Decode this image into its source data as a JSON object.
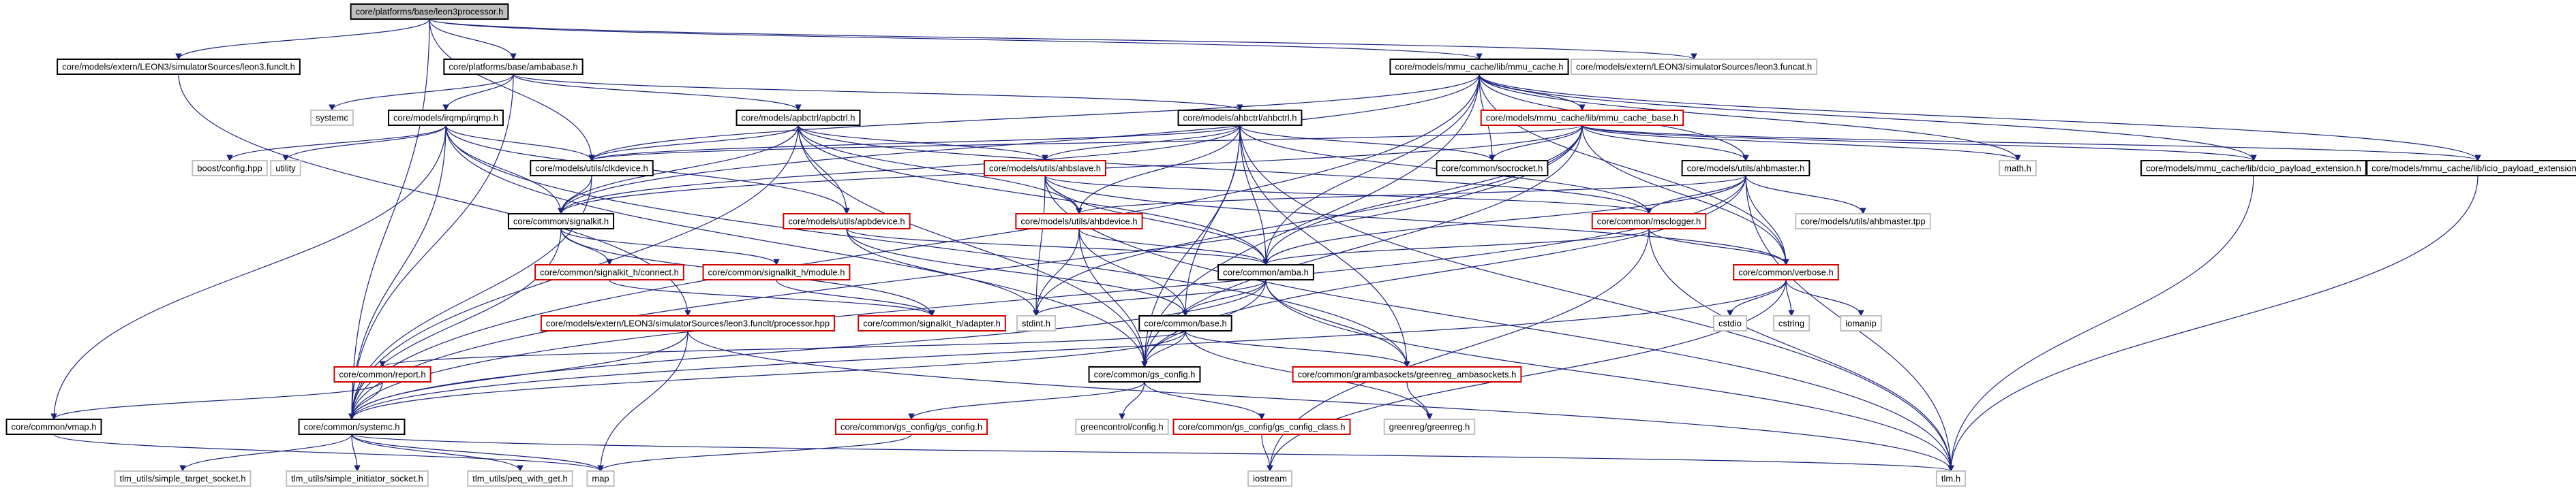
{
  "graph": {
    "root": "core/platforms/base/leon3processor.h",
    "nodes": [
      {
        "id": "root",
        "label": "core/platforms/base/leon3processor.h",
        "style": "root"
      },
      {
        "id": "funclt",
        "label": "core/models/extern/LEON3/simulatorSources/leon3.funclt.h",
        "style": "black"
      },
      {
        "id": "ambabase",
        "label": "core/platforms/base/ambabase.h",
        "style": "black"
      },
      {
        "id": "mmu_cache",
        "label": "core/models/mmu_cache/lib/mmu_cache.h",
        "style": "black"
      },
      {
        "id": "funcat",
        "label": "core/models/extern/LEON3/simulatorSources/leon3.funcat.h",
        "style": "gray"
      },
      {
        "id": "systemc_lib",
        "label": "systemc",
        "style": "gray"
      },
      {
        "id": "irqmp",
        "label": "core/models/irqmp/irqmp.h",
        "style": "black"
      },
      {
        "id": "apbctrl",
        "label": "core/models/apbctrl/apbctrl.h",
        "style": "black"
      },
      {
        "id": "ahbctrl",
        "label": "core/models/ahbctrl/ahbctrl.h",
        "style": "black"
      },
      {
        "id": "mmu_cache_base",
        "label": "core/models/mmu_cache/lib/mmu_cache_base.h",
        "style": "red"
      },
      {
        "id": "boost",
        "label": "boost/config.hpp",
        "style": "gray"
      },
      {
        "id": "utility",
        "label": "utility",
        "style": "gray"
      },
      {
        "id": "clkdevice",
        "label": "core/models/utils/clkdevice.h",
        "style": "black"
      },
      {
        "id": "ahbslave",
        "label": "core/models/utils/ahbslave.h",
        "style": "red"
      },
      {
        "id": "socrocket",
        "label": "core/common/socrocket.h",
        "style": "black"
      },
      {
        "id": "ahbmaster",
        "label": "core/models/utils/ahbmaster.h",
        "style": "black"
      },
      {
        "id": "math",
        "label": "math.h",
        "style": "gray"
      },
      {
        "id": "dcio",
        "label": "core/models/mmu_cache/lib/dcio_payload_extension.h",
        "style": "black"
      },
      {
        "id": "icio",
        "label": "core/models/mmu_cache/lib/icio_payload_extension.h",
        "style": "black"
      },
      {
        "id": "signalkit",
        "label": "core/common/signalkit.h",
        "style": "black"
      },
      {
        "id": "apbdevice",
        "label": "core/models/utils/apbdevice.h",
        "style": "red"
      },
      {
        "id": "ahbdevice",
        "label": "core/models/utils/ahbdevice.h",
        "style": "red"
      },
      {
        "id": "msclogger",
        "label": "core/common/msclogger.h",
        "style": "red"
      },
      {
        "id": "ahbmaster_tpp",
        "label": "core/models/utils/ahbmaster.tpp",
        "style": "gray"
      },
      {
        "id": "connect",
        "label": "core/common/signalkit_h/connect.h",
        "style": "red"
      },
      {
        "id": "module",
        "label": "core/common/signalkit_h/module.h",
        "style": "red"
      },
      {
        "id": "amba",
        "label": "core/common/amba.h",
        "style": "black"
      },
      {
        "id": "verbose",
        "label": "core/common/verbose.h",
        "style": "red"
      },
      {
        "id": "processor",
        "label": "core/models/extern/LEON3/simulatorSources/leon3.funclt/processor.hpp",
        "style": "red"
      },
      {
        "id": "adapter",
        "label": "core/common/signalkit_h/adapter.h",
        "style": "red"
      },
      {
        "id": "stdint",
        "label": "stdint.h",
        "style": "gray"
      },
      {
        "id": "base",
        "label": "core/common/base.h",
        "style": "black"
      },
      {
        "id": "cstdio",
        "label": "cstdio",
        "style": "gray"
      },
      {
        "id": "cstring",
        "label": "cstring",
        "style": "gray"
      },
      {
        "id": "iomanip",
        "label": "iomanip",
        "style": "gray"
      },
      {
        "id": "report",
        "label": "core/common/report.h",
        "style": "red"
      },
      {
        "id": "gs_config",
        "label": "core/common/gs_config.h",
        "style": "black"
      },
      {
        "id": "greenreg_amba",
        "label": "core/common/grambasockets/greenreg_ambasockets.h",
        "style": "red"
      },
      {
        "id": "vmap",
        "label": "core/common/vmap.h",
        "style": "black"
      },
      {
        "id": "systemc_h",
        "label": "core/common/systemc.h",
        "style": "black"
      },
      {
        "id": "gs_config_inner",
        "label": "core/common/gs_config/gs_config.h",
        "style": "red"
      },
      {
        "id": "greencontrol",
        "label": "greencontrol/config.h",
        "style": "gray"
      },
      {
        "id": "gs_config_class",
        "label": "core/common/gs_config/gs_config_class.h",
        "style": "red"
      },
      {
        "id": "greenreg",
        "label": "greenreg/greenreg.h",
        "style": "gray"
      },
      {
        "id": "simple_target",
        "label": "tlm_utils/simple_target_socket.h",
        "style": "gray"
      },
      {
        "id": "simple_initiator",
        "label": "tlm_utils/simple_initiator_socket.h",
        "style": "gray"
      },
      {
        "id": "peq",
        "label": "tlm_utils/peq_with_get.h",
        "style": "gray"
      },
      {
        "id": "map",
        "label": "map",
        "style": "gray"
      },
      {
        "id": "iostream",
        "label": "iostream",
        "style": "gray"
      },
      {
        "id": "tlm",
        "label": "tlm.h",
        "style": "gray"
      }
    ],
    "edges": [
      [
        "root",
        "funclt"
      ],
      [
        "root",
        "ambabase"
      ],
      [
        "root",
        "mmu_cache"
      ],
      [
        "root",
        "funcat"
      ],
      [
        "root",
        "clkdevice"
      ],
      [
        "root",
        "systemc_h"
      ],
      [
        "funclt",
        "processor"
      ],
      [
        "ambabase",
        "systemc_lib"
      ],
      [
        "ambabase",
        "irqmp"
      ],
      [
        "ambabase",
        "apbctrl"
      ],
      [
        "ambabase",
        "ahbctrl"
      ],
      [
        "ambabase",
        "systemc_h"
      ],
      [
        "mmu_cache",
        "mmu_cache_base"
      ],
      [
        "mmu_cache",
        "clkdevice"
      ],
      [
        "mmu_cache",
        "socrocket"
      ],
      [
        "mmu_cache",
        "ahbmaster"
      ],
      [
        "mmu_cache",
        "math"
      ],
      [
        "mmu_cache",
        "dcio"
      ],
      [
        "mmu_cache",
        "icio"
      ],
      [
        "mmu_cache",
        "amba"
      ],
      [
        "mmu_cache",
        "verbose"
      ],
      [
        "mmu_cache",
        "signalkit"
      ],
      [
        "mmu_cache",
        "systemc_h"
      ],
      [
        "mmu_cache",
        "gs_config"
      ],
      [
        "irqmp",
        "boost"
      ],
      [
        "irqmp",
        "utility"
      ],
      [
        "irqmp",
        "clkdevice"
      ],
      [
        "irqmp",
        "signalkit"
      ],
      [
        "irqmp",
        "apbdevice"
      ],
      [
        "irqmp",
        "gs_config"
      ],
      [
        "irqmp",
        "systemc_h"
      ],
      [
        "irqmp",
        "greenreg_amba"
      ],
      [
        "irqmp",
        "vmap"
      ],
      [
        "apbctrl",
        "clkdevice"
      ],
      [
        "apbctrl",
        "ahbslave"
      ],
      [
        "apbctrl",
        "apbdevice"
      ],
      [
        "apbctrl",
        "signalkit"
      ],
      [
        "apbctrl",
        "amba"
      ],
      [
        "apbctrl",
        "gs_config"
      ],
      [
        "apbctrl",
        "systemc_h"
      ],
      [
        "apbctrl",
        "msclogger"
      ],
      [
        "apbctrl",
        "ahbdevice"
      ],
      [
        "ahbctrl",
        "clkdevice"
      ],
      [
        "ahbctrl",
        "ahbslave"
      ],
      [
        "ahbctrl",
        "socrocket"
      ],
      [
        "ahbctrl",
        "msclogger"
      ],
      [
        "ahbctrl",
        "amba"
      ],
      [
        "ahbctrl",
        "base"
      ],
      [
        "ahbctrl",
        "gs_config"
      ],
      [
        "ahbctrl",
        "ahbdevice"
      ],
      [
        "ahbctrl",
        "tlm"
      ],
      [
        "ahbctrl",
        "signalkit"
      ],
      [
        "ahbctrl",
        "greenreg_amba"
      ],
      [
        "mmu_cache_base",
        "clkdevice"
      ],
      [
        "mmu_cache_base",
        "socrocket"
      ],
      [
        "mmu_cache_base",
        "math"
      ],
      [
        "mmu_cache_base",
        "ahbmaster"
      ],
      [
        "mmu_cache_base",
        "dcio"
      ],
      [
        "mmu_cache_base",
        "icio"
      ],
      [
        "mmu_cache_base",
        "verbose"
      ],
      [
        "mmu_cache_base",
        "gs_config"
      ],
      [
        "mmu_cache_base",
        "signalkit"
      ],
      [
        "mmu_cache_base",
        "systemc_h"
      ],
      [
        "mmu_cache_base",
        "amba"
      ],
      [
        "mmu_cache_base",
        "stdint"
      ],
      [
        "clkdevice",
        "signalkit"
      ],
      [
        "clkdevice",
        "systemc_h"
      ],
      [
        "ahbslave",
        "ahbdevice"
      ],
      [
        "ahbslave",
        "amba"
      ],
      [
        "ahbslave",
        "verbose"
      ],
      [
        "ahbslave",
        "msclogger"
      ],
      [
        "ahbslave",
        "stdint"
      ],
      [
        "ahbslave",
        "tlm"
      ],
      [
        "ahbmaster",
        "ahbdevice"
      ],
      [
        "ahbmaster",
        "msclogger"
      ],
      [
        "ahbmaster",
        "ahbmaster_tpp"
      ],
      [
        "ahbmaster",
        "verbose"
      ],
      [
        "ahbmaster",
        "amba"
      ],
      [
        "ahbmaster",
        "gs_config"
      ],
      [
        "ahbmaster",
        "systemc_h"
      ],
      [
        "ahbmaster",
        "tlm"
      ],
      [
        "dcio",
        "tlm"
      ],
      [
        "icio",
        "tlm"
      ],
      [
        "signalkit",
        "connect"
      ],
      [
        "signalkit",
        "module"
      ],
      [
        "signalkit",
        "adapter"
      ],
      [
        "signalkit",
        "systemc_h"
      ],
      [
        "apbdevice",
        "amba"
      ],
      [
        "apbdevice",
        "stdint"
      ],
      [
        "apbdevice",
        "base"
      ],
      [
        "ahbdevice",
        "amba"
      ],
      [
        "ahbdevice",
        "stdint"
      ],
      [
        "ahbdevice",
        "base"
      ],
      [
        "ahbdevice",
        "gs_config"
      ],
      [
        "msclogger",
        "amba"
      ],
      [
        "msclogger",
        "verbose"
      ],
      [
        "msclogger",
        "iostream"
      ],
      [
        "msclogger",
        "tlm"
      ],
      [
        "connect",
        "adapter"
      ],
      [
        "module",
        "adapter"
      ],
      [
        "amba",
        "base"
      ],
      [
        "amba",
        "greenreg_amba"
      ],
      [
        "amba",
        "gs_config"
      ],
      [
        "amba",
        "tlm"
      ],
      [
        "amba",
        "systemc_h"
      ],
      [
        "amba",
        "stdint"
      ],
      [
        "verbose",
        "cstdio"
      ],
      [
        "verbose",
        "cstring"
      ],
      [
        "verbose",
        "iomanip"
      ],
      [
        "verbose",
        "iostream"
      ],
      [
        "verbose",
        "systemc_h"
      ],
      [
        "processor",
        "systemc_h"
      ],
      [
        "processor",
        "map"
      ],
      [
        "processor",
        "tlm"
      ],
      [
        "base",
        "report"
      ],
      [
        "base",
        "gs_config"
      ],
      [
        "base",
        "systemc_h"
      ],
      [
        "base",
        "greenreg"
      ],
      [
        "base",
        "greenreg_amba"
      ],
      [
        "report",
        "vmap"
      ],
      [
        "report",
        "systemc_h"
      ],
      [
        "gs_config",
        "gs_config_inner"
      ],
      [
        "gs_config",
        "greencontrol"
      ],
      [
        "gs_config",
        "gs_config_class"
      ],
      [
        "greenreg_amba",
        "greenreg"
      ],
      [
        "vmap",
        "map"
      ],
      [
        "systemc_h",
        "simple_target"
      ],
      [
        "systemc_h",
        "simple_initiator"
      ],
      [
        "systemc_h",
        "peq"
      ],
      [
        "systemc_h",
        "map"
      ],
      [
        "systemc_h",
        "tlm"
      ],
      [
        "gs_config_inner",
        "map"
      ],
      [
        "gs_config_class",
        "iostream"
      ]
    ]
  }
}
